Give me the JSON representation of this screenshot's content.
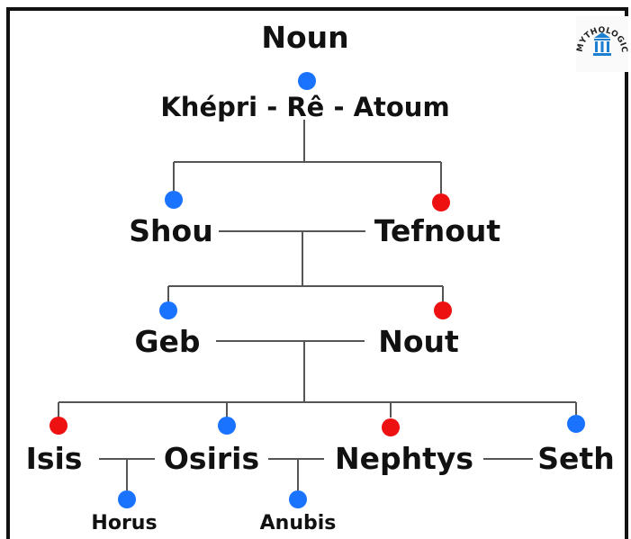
{
  "logo": {
    "text": "MYTHOLOGICA.FR"
  },
  "colors": {
    "male": "#1a73ff",
    "female": "#ee1111",
    "line": "#555555"
  },
  "gods": {
    "noun": {
      "name": "Noun"
    },
    "khepri": {
      "name": "Khépri - Rê - Atoum",
      "gender": "male"
    },
    "shou": {
      "name": "Shou",
      "gender": "male"
    },
    "tefnout": {
      "name": "Tefnout",
      "gender": "female"
    },
    "geb": {
      "name": "Geb",
      "gender": "male"
    },
    "nout": {
      "name": "Nout",
      "gender": "female"
    },
    "isis": {
      "name": "Isis",
      "gender": "female"
    },
    "osiris": {
      "name": "Osiris",
      "gender": "male"
    },
    "nephtys": {
      "name": "Nephtys",
      "gender": "female"
    },
    "seth": {
      "name": "Seth",
      "gender": "male"
    },
    "horus": {
      "name": "Horus",
      "gender": "male"
    },
    "anubis": {
      "name": "Anubis",
      "gender": "male"
    }
  }
}
